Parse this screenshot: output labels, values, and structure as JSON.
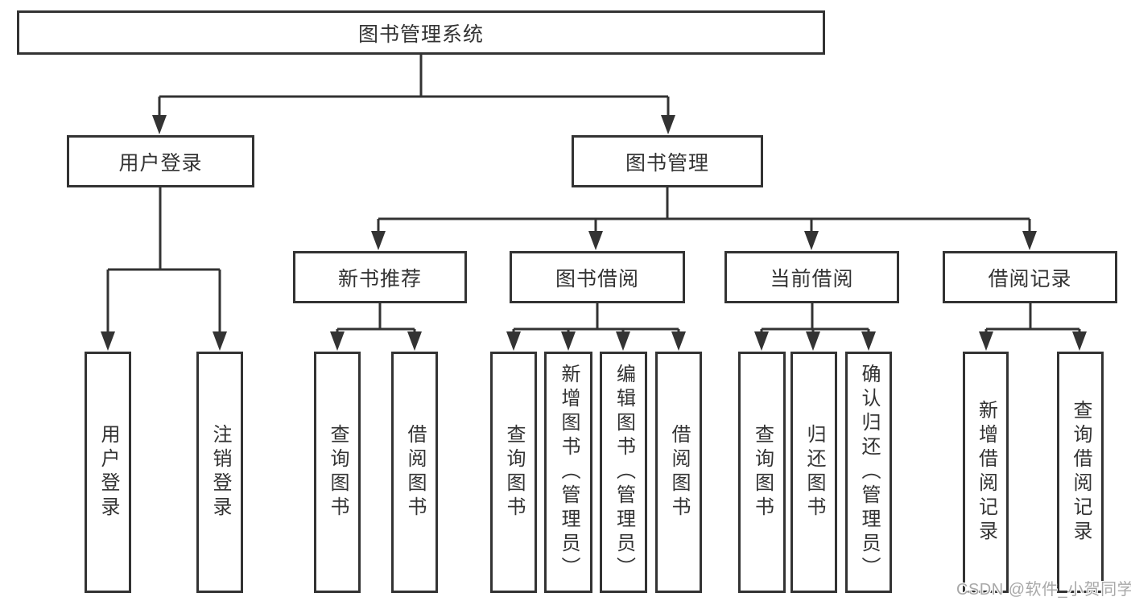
{
  "diagram": {
    "root": {
      "label": "图书管理系统"
    },
    "login": {
      "label": "用户登录",
      "children": [
        {
          "label": "用户登录"
        },
        {
          "label": "注销登录"
        }
      ]
    },
    "management": {
      "label": "图书管理",
      "groups": [
        {
          "label": "新书推荐",
          "children": [
            {
              "label": "查询图书"
            },
            {
              "label": "借阅图书"
            }
          ]
        },
        {
          "label": "图书借阅",
          "children": [
            {
              "label": "查询图书"
            },
            {
              "label": "新增图书（管理员）"
            },
            {
              "label": "编辑图书（管理员）"
            },
            {
              "label": "借阅图书"
            }
          ]
        },
        {
          "label": "当前借阅",
          "children": [
            {
              "label": "查询图书"
            },
            {
              "label": "归还图书"
            },
            {
              "label": "确认归还（管理员）"
            }
          ]
        },
        {
          "label": "借阅记录",
          "children": [
            {
              "label": "新增借阅记录"
            },
            {
              "label": "查询借阅记录"
            }
          ]
        }
      ]
    },
    "watermark": "CSDN @软件_小贺同学",
    "colors": {
      "line": "#333333",
      "box_background": "#ffffff",
      "text": "#333333",
      "watermark": "#a8a8a8"
    }
  }
}
